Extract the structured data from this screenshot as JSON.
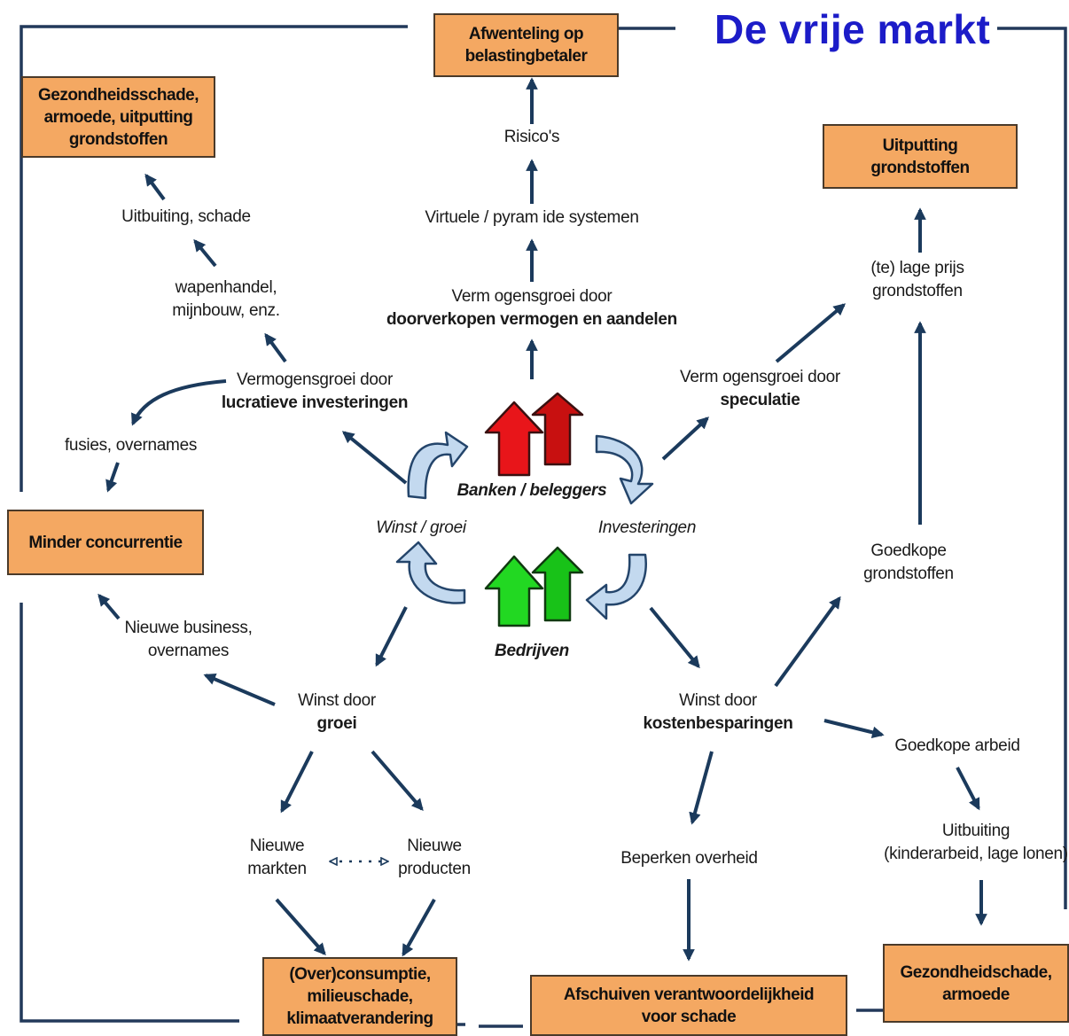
{
  "title": "De vrije markt",
  "boxes": {
    "afwenteling": [
      "Afwenteling op",
      "belastingbetaler"
    ],
    "gezondheid_top": [
      "Gezondheidsschade,",
      "armoede, uitputting",
      "grondstoffen"
    ],
    "uitputting": [
      "Uitputting",
      "grondstoffen"
    ],
    "minder_concurrentie": [
      "Minder concurrentie"
    ],
    "overconsumptie": [
      "(Over)consumptie,",
      "milieuschade,",
      "klimaatverandering"
    ],
    "afschuiven": [
      "Afschuiven verantwoordelijkheid",
      "voor schade"
    ],
    "gezondheid_bottom": [
      "Gezondheidschade,",
      "armoede"
    ]
  },
  "labels": {
    "risicos": "Risico's",
    "virtuele": "Virtuele / pyram ide systemen",
    "vermogen_doorverkopen_1": "Verm ogensgroei door",
    "vermogen_doorverkopen_2": "doorverkopen vermogen en aandelen",
    "uitbuiting_schade": "Uitbuiting, schade",
    "wapenhandel_1": "wapenhandel,",
    "wapenhandel_2": "mijnbouw, enz.",
    "vermogen_lucratief_1": "Vermogensgroei door",
    "vermogen_lucratief_2": "lucratieve investeringen",
    "fusies": "fusies, overnames",
    "lage_prijs_1": "(te) lage prijs",
    "lage_prijs_2": "grondstoffen",
    "vermogen_speculatie_1": "Verm ogensgroei door",
    "vermogen_speculatie_2": "speculatie",
    "banken": "Banken / beleggers",
    "winst_groei_cycle": "Winst / groei",
    "investeringen": "Investeringen",
    "bedrijven": "Bedrijven",
    "goedkope_grondstoffen_1": "Goedkope",
    "goedkope_grondstoffen_2": "grondstoffen",
    "nieuwe_business_1": "Nieuwe business,",
    "nieuwe_business_2": "overnames",
    "winst_groei_1": "Winst door",
    "winst_groei_2": "groei",
    "winst_kosten_1": "Winst door",
    "winst_kosten_2": "kostenbesparingen",
    "goedkope_arbeid": "Goedkope arbeid",
    "nieuwe_markten_1": "Nieuwe",
    "nieuwe_markten_2": "markten",
    "nieuwe_producten_1": "Nieuwe",
    "nieuwe_producten_2": "producten",
    "beperken_overheid": "Beperken overheid",
    "uitbuiting_1": "Uitbuiting",
    "uitbuiting_2": "(kinderarbeid, lage lonen)"
  },
  "colors": {
    "title": "#1c1cc8",
    "box_fill": "#f4a862",
    "arrow": "#1b3a5c",
    "frame": "#22395a",
    "banks_house": "#e8151a",
    "companies_house": "#22d822",
    "cycle_arrow": "#c3d9ef"
  },
  "icons": {
    "banks": "house-arrow-icon",
    "companies": "house-arrow-icon",
    "cycle": "curved-cycle-arrow-icon"
  }
}
